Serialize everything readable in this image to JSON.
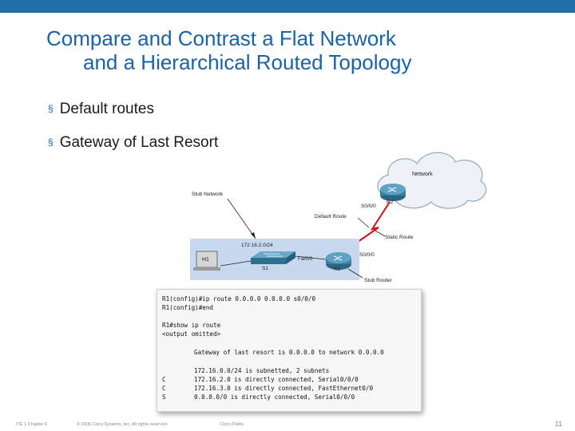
{
  "slide": {
    "title_line1": "Compare and Contrast a Flat Network",
    "title_line2": "and a Hierarchical Routed Topology",
    "bullets": [
      "Default routes",
      "Gateway of Last Resort"
    ],
    "bullet_marker": "§"
  },
  "diagram": {
    "cloud_label": "Network",
    "r2_label": "R2",
    "s000_label": "S0/0/0",
    "stub_network_label": "Stub Network",
    "default_route_label": "Default Route",
    "static_route_label": "Static Route",
    "subnet_label": "172.16.2.0/24",
    "h1_label": "H1",
    "s1_label": "S1",
    "fa00_label": "Fa/0/0",
    "s000_r1_label": "S0/0/0",
    "r1_label": "R1",
    "stub_router_label": "Stub Router",
    "colors": {
      "lan": "#c8d8ee",
      "link_red": "#d01010",
      "cloud": "#eef2f6",
      "router": "#3d7d9c"
    }
  },
  "console": {
    "lines": [
      "R1(config)#ip route 0.0.0.0 0.0.0.0 s0/0/0",
      "R1(config)#end",
      "R1#show ip route",
      "<output omitted>",
      "Gateway of last resort is 0.0.0.0 to network 0.0.0.0",
      "172.16.0.0/24 is subnetted, 2 subnets",
      "172.16.2.0 is directly connected, Serial0/0/0",
      "172.16.3.0 is directly connected, FastEthernet0/0",
      "0.0.0.0/0 is directly connected, Serial0/0/0"
    ],
    "codes": [
      "C",
      "C",
      "S"
    ]
  },
  "footer": {
    "left": "ITE 1 Chapter 6",
    "copyright": "© 2006 Cisco Systems, Inc. All rights reserved.",
    "public": "Cisco Public",
    "page": "11"
  }
}
